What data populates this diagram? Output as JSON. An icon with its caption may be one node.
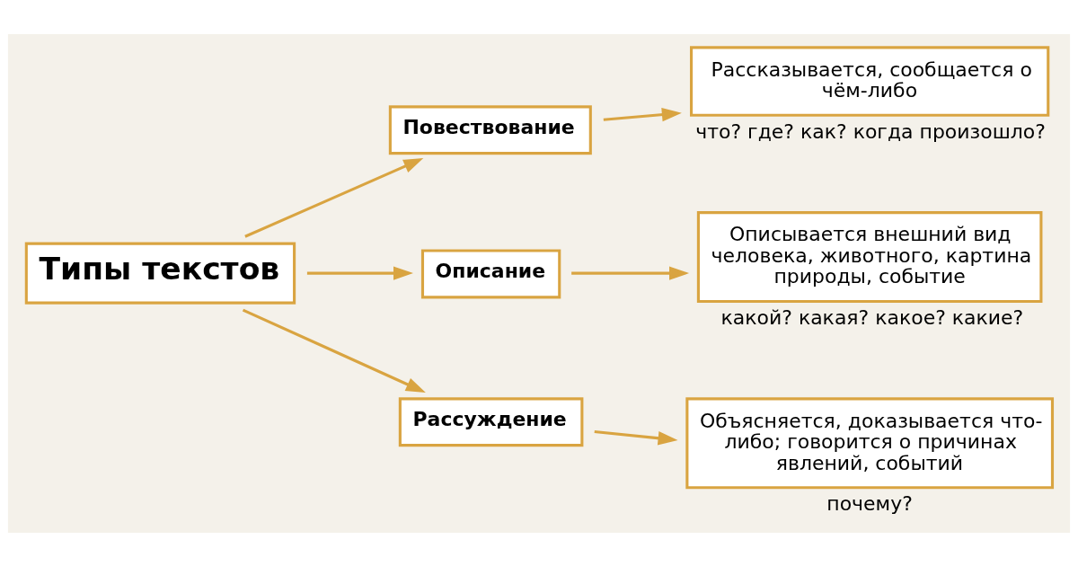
{
  "diagram": {
    "nodes": [
      {
        "text": [
          "Типы текстов"
        ]
      },
      {
        "text": [
          "Повествование"
        ]
      },
      {
        "text": [
          "Описание"
        ]
      },
      {
        "text": [
          "Рассуждение"
        ]
      },
      {
        "text": [
          "Рассказывается, сообщается о чём-либо"
        ],
        "beside": [
          "что? где? как? когда произошло?"
        ]
      },
      {
        "text": [
          "Описывается внешний вид человека, животного, картина природы, событие"
        ],
        "beside": [
          "какой? какая? какое? какие?"
        ]
      },
      {
        "text": [
          "Объясняется, доказывается что-либо; говорится о причинах явлений, событий"
        ],
        "beside": [
          "почему?"
        ]
      }
    ],
    "edges": [
      {
        "from": 0,
        "to": 1,
        "arrow": "to"
      },
      {
        "from": 0,
        "to": 2,
        "arrow": "to"
      },
      {
        "from": 0,
        "to": 3,
        "arrow": "to"
      },
      {
        "from": 1,
        "to": 4,
        "arrow": "to"
      },
      {
        "from": 2,
        "to": 5,
        "arrow": "to"
      },
      {
        "from": 3,
        "to": 6,
        "arrow": "to"
      }
    ]
  }
}
